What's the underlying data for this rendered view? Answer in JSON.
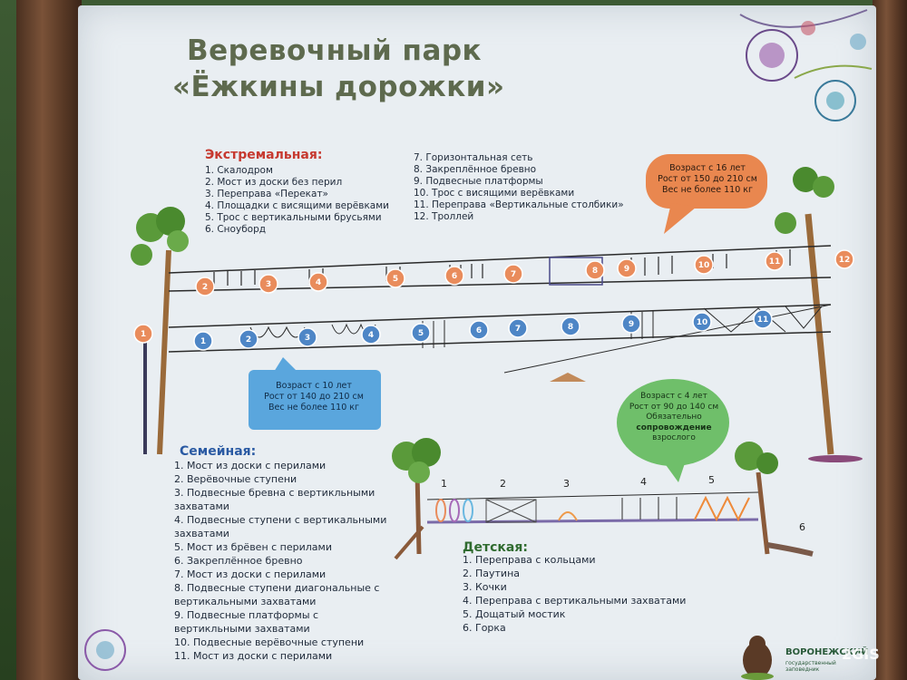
{
  "title": {
    "line1": "Веревочный парк",
    "line2": "«Ёжкины дорожки»"
  },
  "extreme": {
    "heading": "Экстремальная:",
    "items_left": [
      "1.  Скалодром",
      "2.  Мост из доски без перил",
      "3.  Переправа «Перекат»",
      "4.  Площадки с висящими верёвками",
      "5.  Трос с вертикальными брусьями",
      "6.  Сноуборд"
    ],
    "items_right": [
      "7.  Горизонтальная сеть",
      "8.  Закреплённое бревно",
      "9.  Подвесные платформы",
      "10.  Трос с висящими верёвками",
      "11.  Переправа «Вертикальные столбики»",
      "12.  Троллей"
    ],
    "bubble": {
      "line1": "Возраст с 16 лет",
      "line2": "Рост от 150 до 210 см",
      "line3": "Вес не более 110 кг",
      "color": "#e9874f"
    }
  },
  "family": {
    "heading": "Семейная:",
    "items": [
      "1.  Мост из доски с перилами",
      "2.  Верёвочные ступени",
      "3.  Подвесные бревна с вертикльными захватами",
      "4.  Подвесные ступени с вертикальными захватами",
      "5.  Мост из брёвен с перилами",
      "6.  Закреплённое бревно",
      "7.  Мост из доски с перилами",
      "8.  Подвесные ступени диагональные с вертикальными захватами",
      "9.  Подвесные платформы с вертикльными захватами",
      "10.  Подвесные верёвочные ступени",
      "11.  Мост из доски с перилами"
    ],
    "bubble": {
      "line1": "Возраст с 10 лет",
      "line2": "Рост от 140 до 210 см",
      "line3": "Вес не более 110 кг",
      "color": "#5aa6dd"
    }
  },
  "kids": {
    "heading": "Детская:",
    "items": [
      "1.  Переправа с кольцами",
      "2.  Паутина",
      "3.  Кочки",
      "4.  Переправа с вертикальными захватами",
      "5.  Дощатый мостик",
      "6.  Горка"
    ],
    "course_numbers": [
      "1",
      "2",
      "3",
      "4",
      "5",
      "6"
    ],
    "bubble": {
      "line1": "Возраст с 4 лет",
      "line2": "Рост от 90 до 140 см",
      "line3": "Обязательно",
      "line4": "сопровождение",
      "line5": "взрослого",
      "color": "#6fbf6a"
    }
  },
  "diagram": {
    "top_badges": [
      "2",
      "3",
      "4",
      "5",
      "6",
      "7",
      "8",
      "9",
      "10",
      "11",
      "12"
    ],
    "mid_badges": [
      "1",
      "2",
      "3",
      "4",
      "5",
      "6",
      "7",
      "8",
      "9",
      "10",
      "11"
    ],
    "side_badge": "1",
    "colors": {
      "orange": "#e98c5c",
      "blue": "#4e86c6",
      "heading_red": "#c6392f",
      "heading_blue": "#2a5aa3",
      "heading_green": "#2f6b2f",
      "tree": "#5a9a3a"
    }
  },
  "footer": {
    "reserve": "ВОРОНЕЖСКИЙ",
    "reserve_sub": "государственный заповедник",
    "watermark": "2GIS"
  }
}
